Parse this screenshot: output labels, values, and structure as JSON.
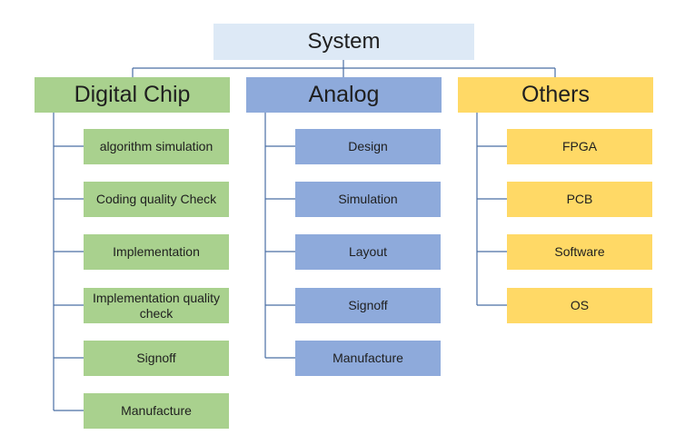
{
  "root": {
    "label": "System"
  },
  "categories": [
    {
      "label": "Digital Chip",
      "color": "#a9d18e",
      "items": [
        "algorithm simulation",
        "Coding quality Check",
        "Implementation",
        "Implementation quality check",
        "Signoff",
        "Manufacture"
      ]
    },
    {
      "label": "Analog",
      "color": "#8eaadb",
      "items": [
        "Design",
        "Simulation",
        "Layout",
        "Signoff",
        "Manufacture"
      ]
    },
    {
      "label": "Others",
      "color": "#ffd966",
      "items": [
        "FPGA",
        "PCB",
        "Software",
        "OS"
      ]
    }
  ],
  "connector_color": "#4a6fa5"
}
